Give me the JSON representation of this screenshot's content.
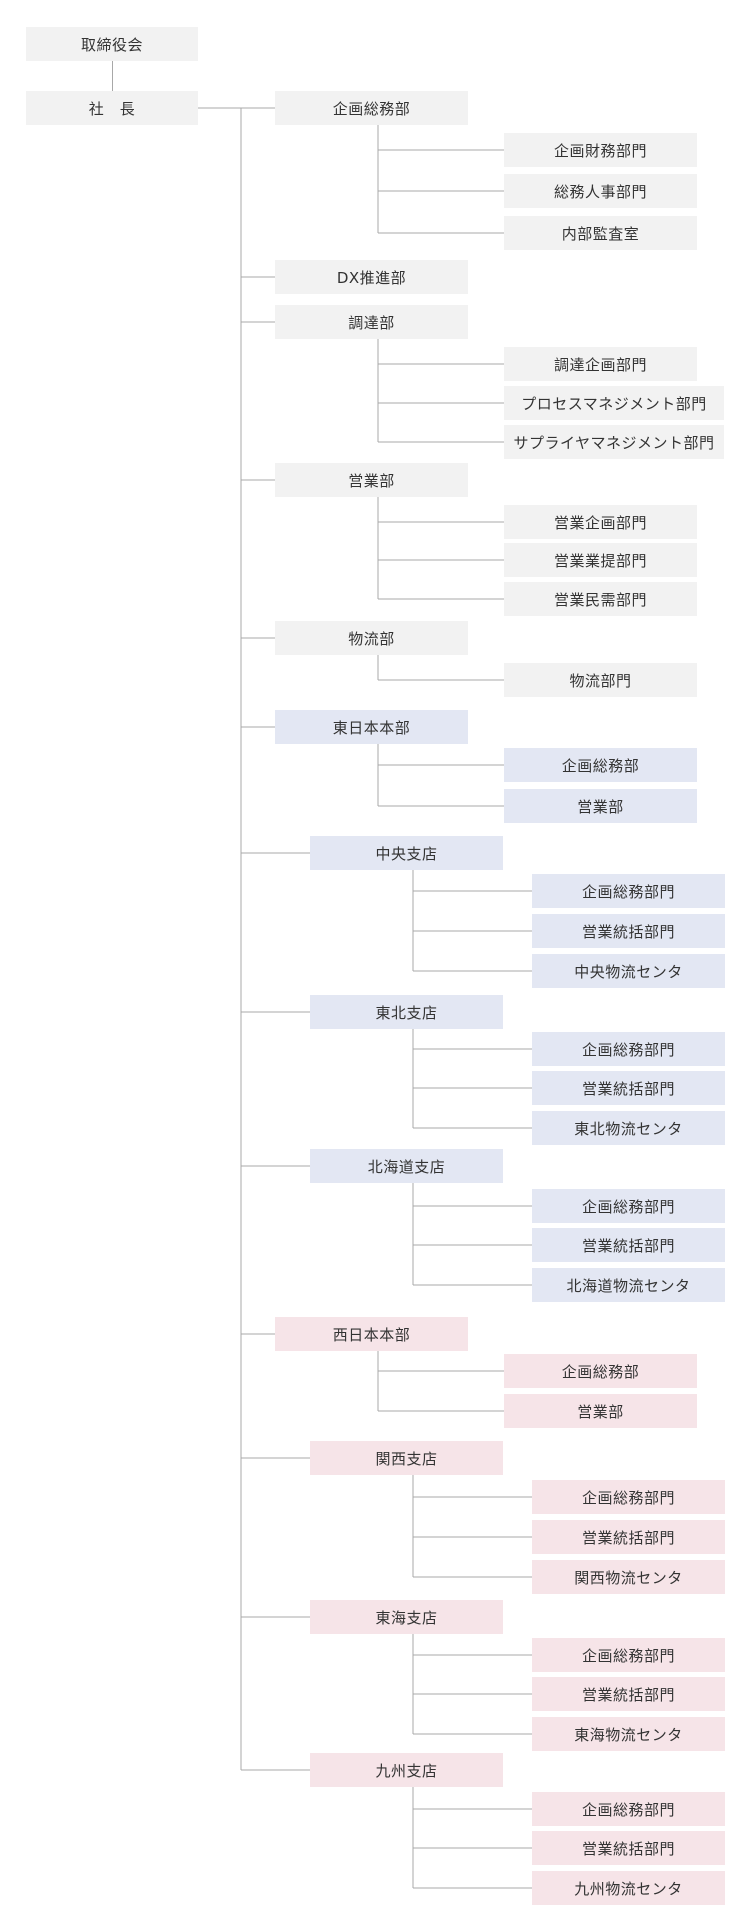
{
  "board": "取締役会",
  "president": "社　長",
  "departments": [
    {
      "label": "企画総務部",
      "theme": "gray",
      "children": [
        "企画財務部門",
        "総務人事部門",
        "内部監査室"
      ]
    },
    {
      "label": "DX推進部",
      "theme": "gray",
      "children": []
    },
    {
      "label": "調達部",
      "theme": "gray",
      "children": [
        "調達企画部門",
        "プロセスマネジメント部門",
        "サプライヤマネジメント部門"
      ]
    },
    {
      "label": "営業部",
      "theme": "gray",
      "children": [
        "営業企画部門",
        "営業業提部門",
        "営業民需部門"
      ]
    },
    {
      "label": "物流部",
      "theme": "gray",
      "children": [
        "物流部門"
      ]
    },
    {
      "label": "東日本本部",
      "theme": "blue",
      "children": [
        "企画総務部",
        "営業部"
      ]
    },
    {
      "label": "中央支店",
      "theme": "blue",
      "branch": true,
      "children": [
        "企画総務部門",
        "営業統括部門",
        "中央物流センタ"
      ]
    },
    {
      "label": "東北支店",
      "theme": "blue",
      "branch": true,
      "children": [
        "企画総務部門",
        "営業統括部門",
        "東北物流センタ"
      ]
    },
    {
      "label": "北海道支店",
      "theme": "blue",
      "branch": true,
      "children": [
        "企画総務部門",
        "営業統括部門",
        "北海道物流センタ"
      ]
    },
    {
      "label": "西日本本部",
      "theme": "pink",
      "children": [
        "企画総務部",
        "営業部"
      ]
    },
    {
      "label": "関西支店",
      "theme": "pink",
      "branch": true,
      "children": [
        "企画総務部門",
        "営業統括部門",
        "関西物流センタ"
      ]
    },
    {
      "label": "東海支店",
      "theme": "pink",
      "branch": true,
      "children": [
        "企画総務部門",
        "営業統括部門",
        "東海物流センタ"
      ]
    },
    {
      "label": "九州支店",
      "theme": "pink",
      "branch": true,
      "children": [
        "企画総務部門",
        "営業統括部門",
        "九州物流センタ"
      ]
    }
  ],
  "colors": {
    "gray": "#f2f2f2",
    "blue": "#e3e7f3",
    "pink": "#f6e4e8",
    "line": "#a8a8a8",
    "text": "#333333"
  }
}
